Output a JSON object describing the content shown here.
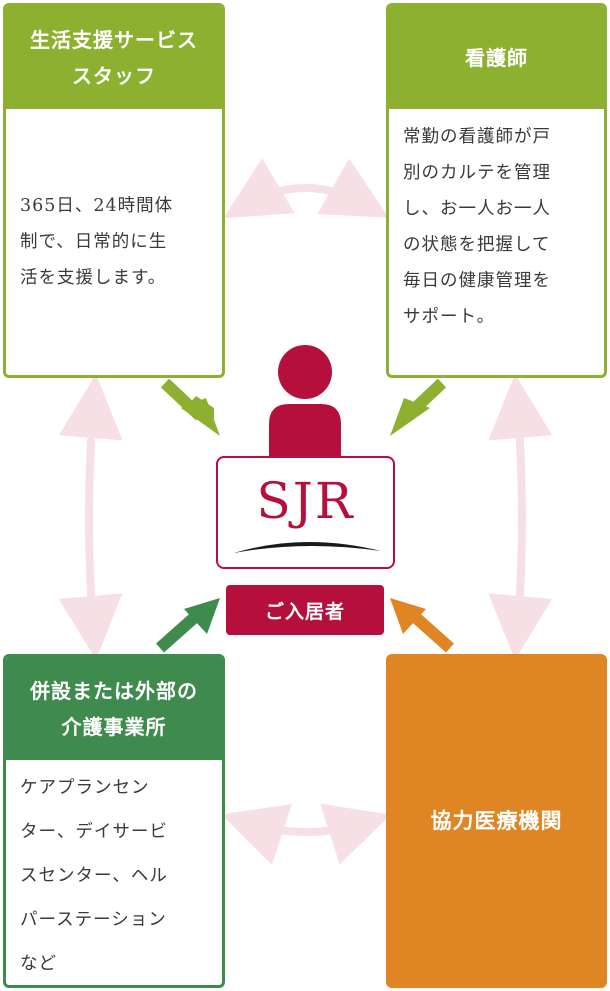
{
  "staff": {
    "title_line1": "生活支援サービス",
    "title_line2": "スタッフ",
    "body_lines": [
      "365日、24時間体",
      "制で、日常的に生",
      "活を支援します。"
    ]
  },
  "nurse": {
    "title": "看護師",
    "body_lines": [
      "常勤の看護師が戸",
      "別のカルテを管理",
      "し、お一人お一人",
      "の状態を把握して",
      "毎日の健康管理を",
      "サポート。"
    ]
  },
  "care": {
    "title_line1": "併設または外部の",
    "title_line2": "介護事業所",
    "body_lines": [
      "ケアプランセン",
      "ター、デイサービ",
      "スセンター、ヘル",
      "パーステーション",
      "など"
    ]
  },
  "medical": {
    "title": "協力医療機関"
  },
  "center": {
    "logo": "SJR",
    "label": "ご入居者"
  },
  "colors": {
    "light_green": "#8db031",
    "dark_green": "#3f8b4e",
    "orange": "#e08524",
    "crimson": "#b5103b",
    "pink_arrow": "#f7dfe6"
  }
}
